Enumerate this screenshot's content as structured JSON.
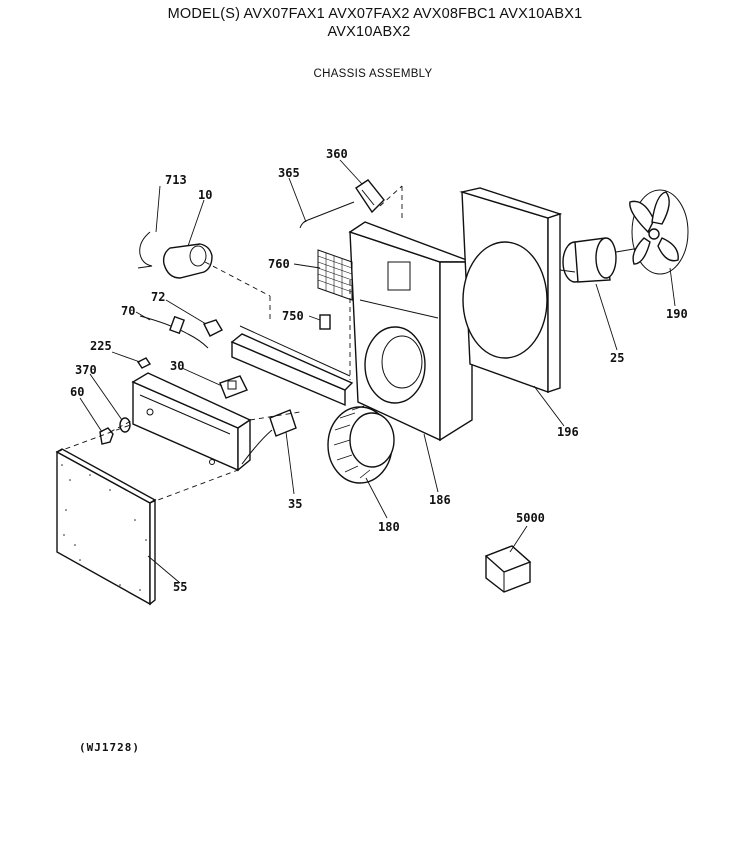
{
  "header": {
    "models_line1": "MODEL(S) AVX07FAX1  AVX07FAX2  AVX08FBC1  AVX10ABX1",
    "models_line2": "AVX10ABX2",
    "subtitle": "CHASSIS ASSEMBLY"
  },
  "callouts": {
    "p713": "713",
    "p10": "10",
    "p365": "365",
    "p360": "360",
    "p760": "760",
    "p750": "750",
    "p72": "72",
    "p70": "70",
    "p225": "225",
    "p30": "30",
    "p370": "370",
    "p60": "60",
    "p35": "35",
    "p55": "55",
    "p180": "180",
    "p186": "186",
    "p196": "196",
    "p190": "190",
    "p25": "25",
    "p5000": "5000"
  },
  "footer": {
    "drawing_code": "(WJ1728)"
  }
}
